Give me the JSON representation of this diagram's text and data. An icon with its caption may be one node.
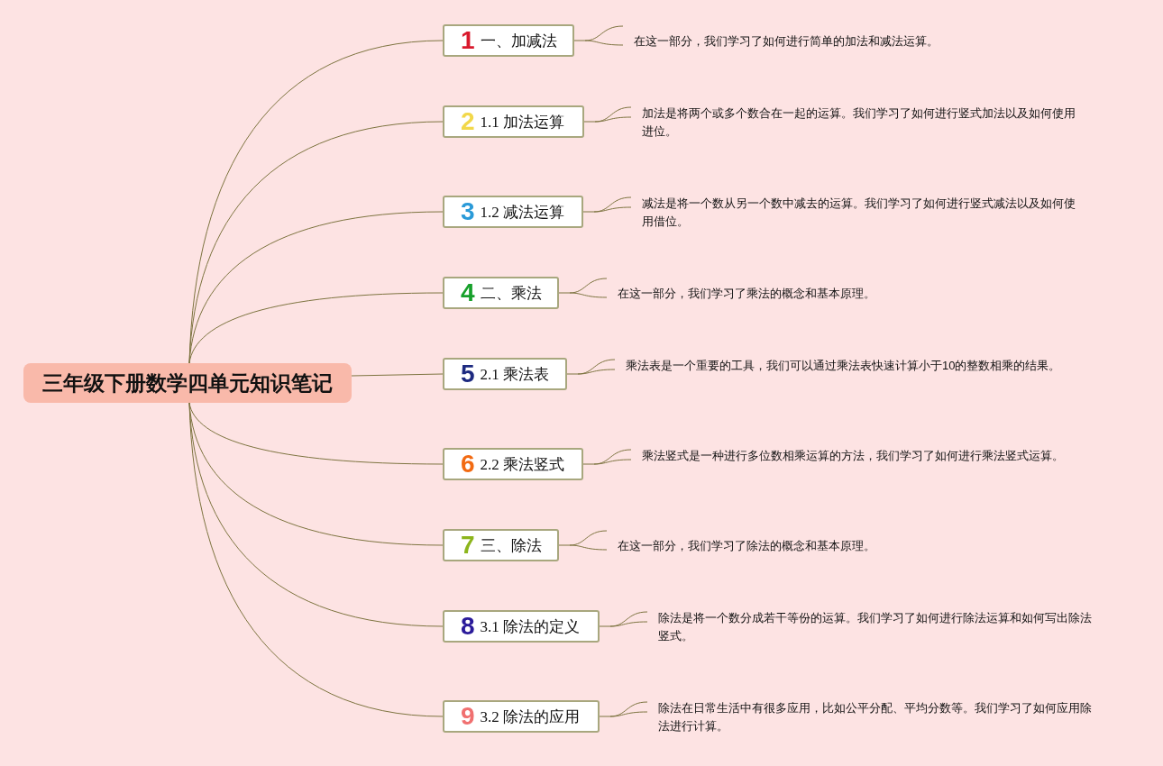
{
  "diagram": {
    "nodes": [
      {
        "text": [
          "三年级下册数学四单元知识笔记"
        ]
      },
      {
        "text": [
          "1",
          "一、加减法"
        ]
      },
      {
        "text": [
          "在这一部分，我们学习了如何进行简单的加法和减法运算。"
        ]
      },
      {
        "text": [
          "2",
          "1.1 加法运算"
        ]
      },
      {
        "text": [
          "加法是将两个或多个数合在一起的运算。我们学习了如何进行竖式加法以及如何使用进位。"
        ]
      },
      {
        "text": [
          "3",
          "1.2 减法运算"
        ]
      },
      {
        "text": [
          "减法是将一个数从另一个数中减去的运算。我们学习了如何进行竖式减法以及如何使用借位。"
        ]
      },
      {
        "text": [
          "4",
          "二、乘法"
        ]
      },
      {
        "text": [
          "在这一部分，我们学习了乘法的概念和基本原理。"
        ]
      },
      {
        "text": [
          "5",
          "2.1 乘法表"
        ]
      },
      {
        "text": [
          "乘法表是一个重要的工具，我们可以通过乘法表快速计算小于10的整数相乘的结果。"
        ]
      },
      {
        "text": [
          "6",
          "2.2 乘法竖式"
        ]
      },
      {
        "text": [
          "乘法竖式是一种进行多位数相乘运算的方法，我们学习了如何进行乘法竖式运算。"
        ]
      },
      {
        "text": [
          "7",
          "三、除法"
        ]
      },
      {
        "text": [
          "在这一部分，我们学习了除法的概念和基本原理。"
        ]
      },
      {
        "text": [
          "8",
          "3.1 除法的定义"
        ]
      },
      {
        "text": [
          "除法是将一个数分成若干等份的运算。我们学习了如何进行除法运算和如何写出除法竖式。"
        ]
      },
      {
        "text": [
          "9",
          "3.2 除法的应用"
        ]
      },
      {
        "text": [
          "除法在日常生活中有很多应用，比如公平分配、平均分数等。我们学习了如何应用除法进行计算。"
        ]
      }
    ],
    "edges": [
      {
        "from": 0,
        "to": 1,
        "arrow": "none"
      },
      {
        "from": 0,
        "to": 3,
        "arrow": "none"
      },
      {
        "from": 0,
        "to": 5,
        "arrow": "none"
      },
      {
        "from": 0,
        "to": 7,
        "arrow": "none"
      },
      {
        "from": 0,
        "to": 9,
        "arrow": "none"
      },
      {
        "from": 0,
        "to": 11,
        "arrow": "none"
      },
      {
        "from": 0,
        "to": 13,
        "arrow": "none"
      },
      {
        "from": 0,
        "to": 15,
        "arrow": "none"
      },
      {
        "from": 0,
        "to": 17,
        "arrow": "none"
      },
      {
        "from": 1,
        "to": 2,
        "arrow": "none"
      },
      {
        "from": 3,
        "to": 4,
        "arrow": "none"
      },
      {
        "from": 5,
        "to": 6,
        "arrow": "none"
      },
      {
        "from": 7,
        "to": 8,
        "arrow": "none"
      },
      {
        "from": 9,
        "to": 10,
        "arrow": "none"
      },
      {
        "from": 11,
        "to": 12,
        "arrow": "none"
      },
      {
        "from": 13,
        "to": 14,
        "arrow": "none"
      },
      {
        "from": 15,
        "to": 16,
        "arrow": "none"
      },
      {
        "from": 17,
        "to": 18,
        "arrow": "none"
      }
    ]
  }
}
